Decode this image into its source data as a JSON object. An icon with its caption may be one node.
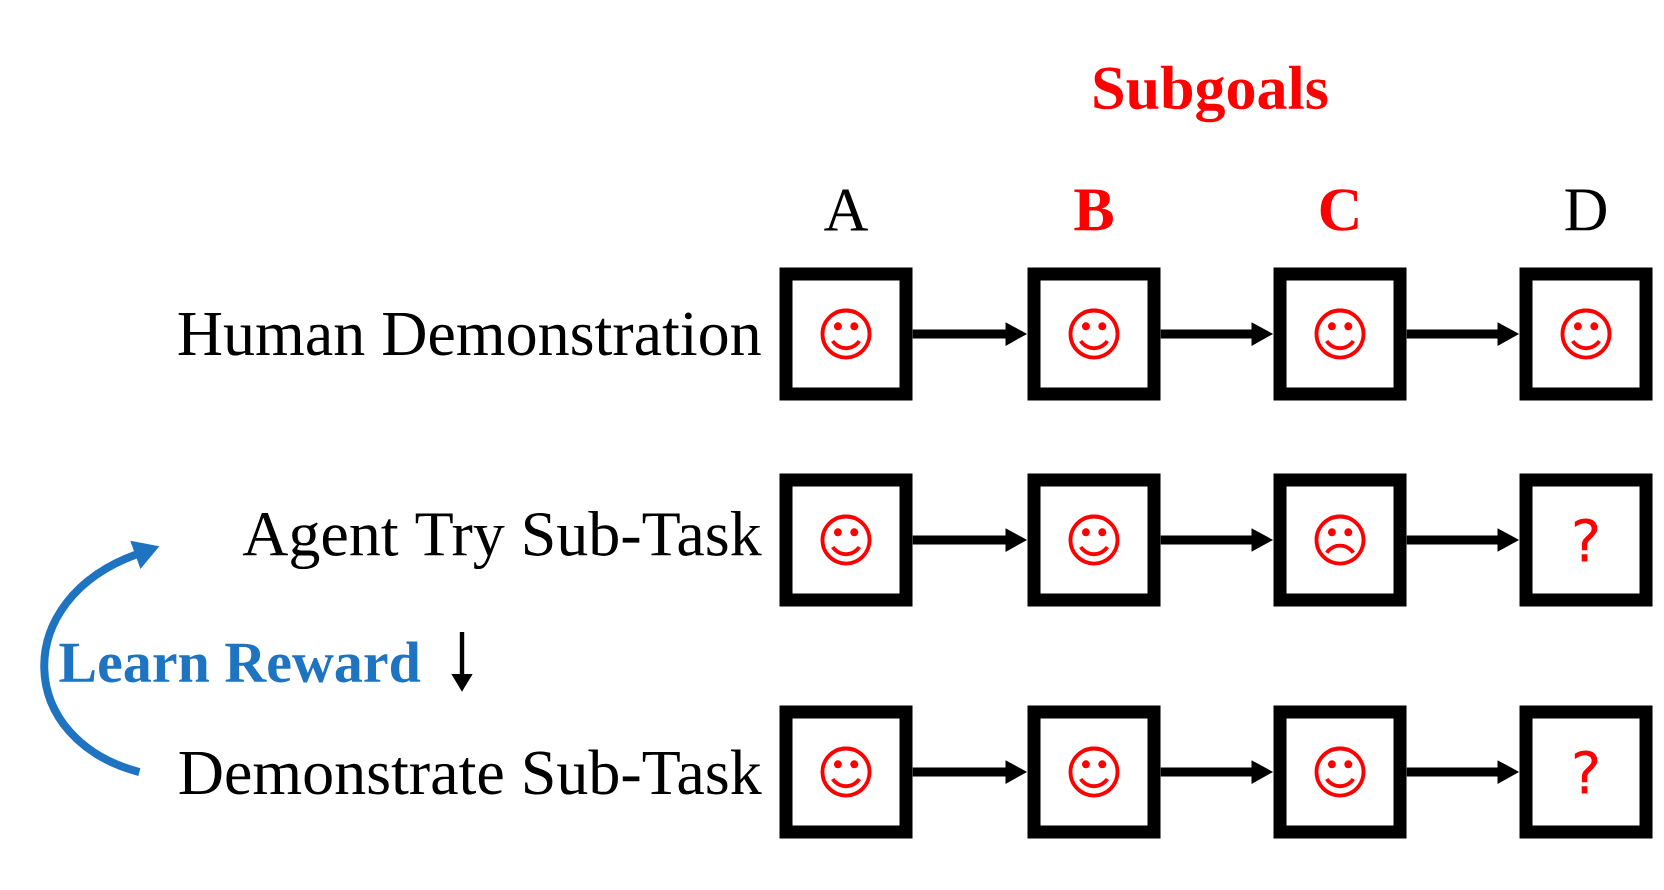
{
  "diagram": {
    "nodes": [
      {
        "text": [
          "Human Demonstration"
        ]
      },
      {
        "text": [
          "☺"
        ]
      },
      {
        "text": [
          "☺"
        ]
      },
      {
        "text": [
          "☺"
        ]
      },
      {
        "text": [
          "☺"
        ]
      },
      {
        "text": [
          "Agent Try Sub-Task"
        ]
      },
      {
        "text": [
          "☺"
        ]
      },
      {
        "text": [
          "☺"
        ]
      },
      {
        "text": [
          "☹"
        ]
      },
      {
        "text": [
          "?"
        ]
      },
      {
        "text": [
          "Demonstrate Sub-Task"
        ]
      },
      {
        "text": [
          "☺"
        ]
      },
      {
        "text": [
          "☺"
        ]
      },
      {
        "text": [
          "☺"
        ]
      },
      {
        "text": [
          "?"
        ]
      }
    ],
    "edges": [
      {
        "from": 1,
        "to": 2,
        "arrow": "to"
      },
      {
        "from": 2,
        "to": 3,
        "arrow": "to"
      },
      {
        "from": 3,
        "to": 4,
        "arrow": "to"
      },
      {
        "from": 6,
        "to": 7,
        "arrow": "to"
      },
      {
        "from": 7,
        "to": 8,
        "arrow": "to"
      },
      {
        "from": 8,
        "to": 9,
        "arrow": "to"
      },
      {
        "from": 11,
        "to": 12,
        "arrow": "to"
      },
      {
        "from": 12,
        "to": 13,
        "arrow": "to"
      },
      {
        "from": 13,
        "to": 14,
        "arrow": "to"
      },
      {
        "from": 10,
        "to": 5,
        "arrow": "to",
        "label": "Learn Reward",
        "color": "#1f74c2"
      }
    ],
    "labels": [
      "Subgoals",
      "A",
      "B",
      "C",
      "D"
    ]
  }
}
